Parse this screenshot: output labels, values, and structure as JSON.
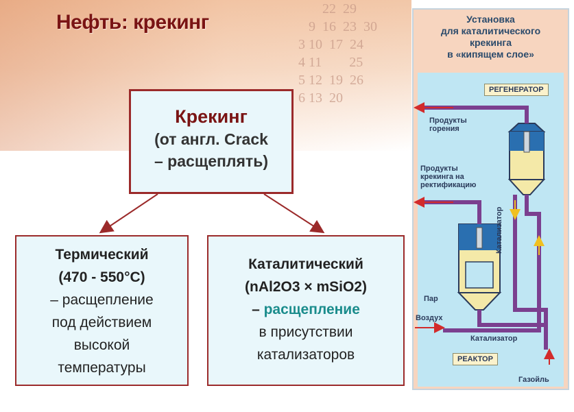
{
  "title": "Нефть: крекинг",
  "calendar_numbers": "        22  29\n    9  16  23  30\n 3 10  17  24\n 4 11        25\n 5 12  19  26\n 6 13  20",
  "main_box": {
    "line1": "Крекинг",
    "line2": "(от англ. Crack",
    "line3": "– расщеплять)"
  },
  "left_box": {
    "heading": "Термический",
    "temp": "(470 - 550°С)",
    "line1": "– расщепление",
    "line2": "под действием",
    "line3": "высокой",
    "line4": "температуры"
  },
  "right_box": {
    "heading": "Каталитический",
    "formula": "(nAl2O3 × mSiO2)",
    "dash": "–",
    "highlight": "расщепление",
    "line1": "в присутствии",
    "line2": "катализаторов"
  },
  "panel": {
    "title_line1": "Установка",
    "title_line2": "для каталитического",
    "title_line3": "крекинга",
    "title_line4": "в «кипящем слое»",
    "regenerator": "РЕГЕНЕРАТОР",
    "combustion_products_1": "Продукты",
    "combustion_products_2": "горения",
    "cracking_products_1": "Продукты",
    "cracking_products_2": "крекинга на",
    "cracking_products_3": "ректификацию",
    "catalyst_vertical": "Катализатор",
    "steam": "Пар",
    "air": "Воздух",
    "catalyst_bottom": "Катализатор",
    "reactor": "РЕАКТОР",
    "gasoil": "Газойль"
  },
  "colors": {
    "title": "#7a1414",
    "box_border": "#9b2a2a",
    "box_fill": "#e9f7fb",
    "highlight": "#1a8c8c",
    "pipe": "#7b3f8f",
    "arrow_red": "#d22b2b"
  }
}
